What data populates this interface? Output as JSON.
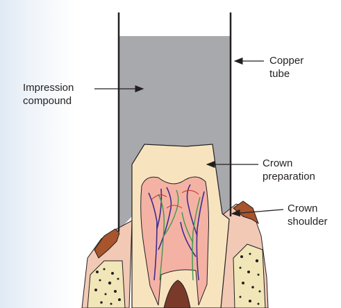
{
  "labels": {
    "copper_tube": [
      "Copper",
      "tube"
    ],
    "impression_compound": [
      "Impression",
      "compound"
    ],
    "crown_preparation": [
      "Crown",
      "preparation"
    ],
    "crown_shoulder": [
      "Crown",
      "shoulder"
    ]
  },
  "colors": {
    "compound": "#a7a9ac",
    "tube": "#231f20",
    "enamel": "#f7e4bf",
    "pulp": "#f4b2a4",
    "gingiva": "#f1c9b5",
    "gum_surface": "#a8542c",
    "bone": "#f1e6b8",
    "nerve": "#3d2b8e",
    "vessel": "#3a9a4a"
  }
}
